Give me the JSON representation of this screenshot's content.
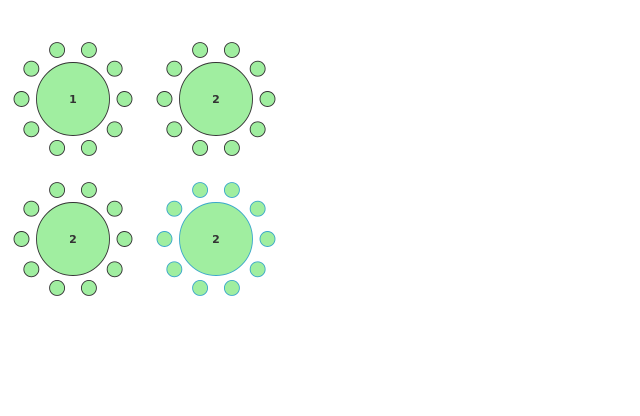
{
  "canvas": {
    "background": "#ffffff"
  },
  "style": {
    "fill": "#a0eea0",
    "stroke_default": "#333333",
    "stroke_selected": "#3aa7c9",
    "label_color": "#333333"
  },
  "tables": [
    {
      "label": "1",
      "seats": 10,
      "selected": false
    },
    {
      "label": "2",
      "seats": 10,
      "selected": false
    },
    {
      "label": "2",
      "seats": 10,
      "selected": false
    },
    {
      "label": "2",
      "seats": 10,
      "selected": true
    }
  ]
}
